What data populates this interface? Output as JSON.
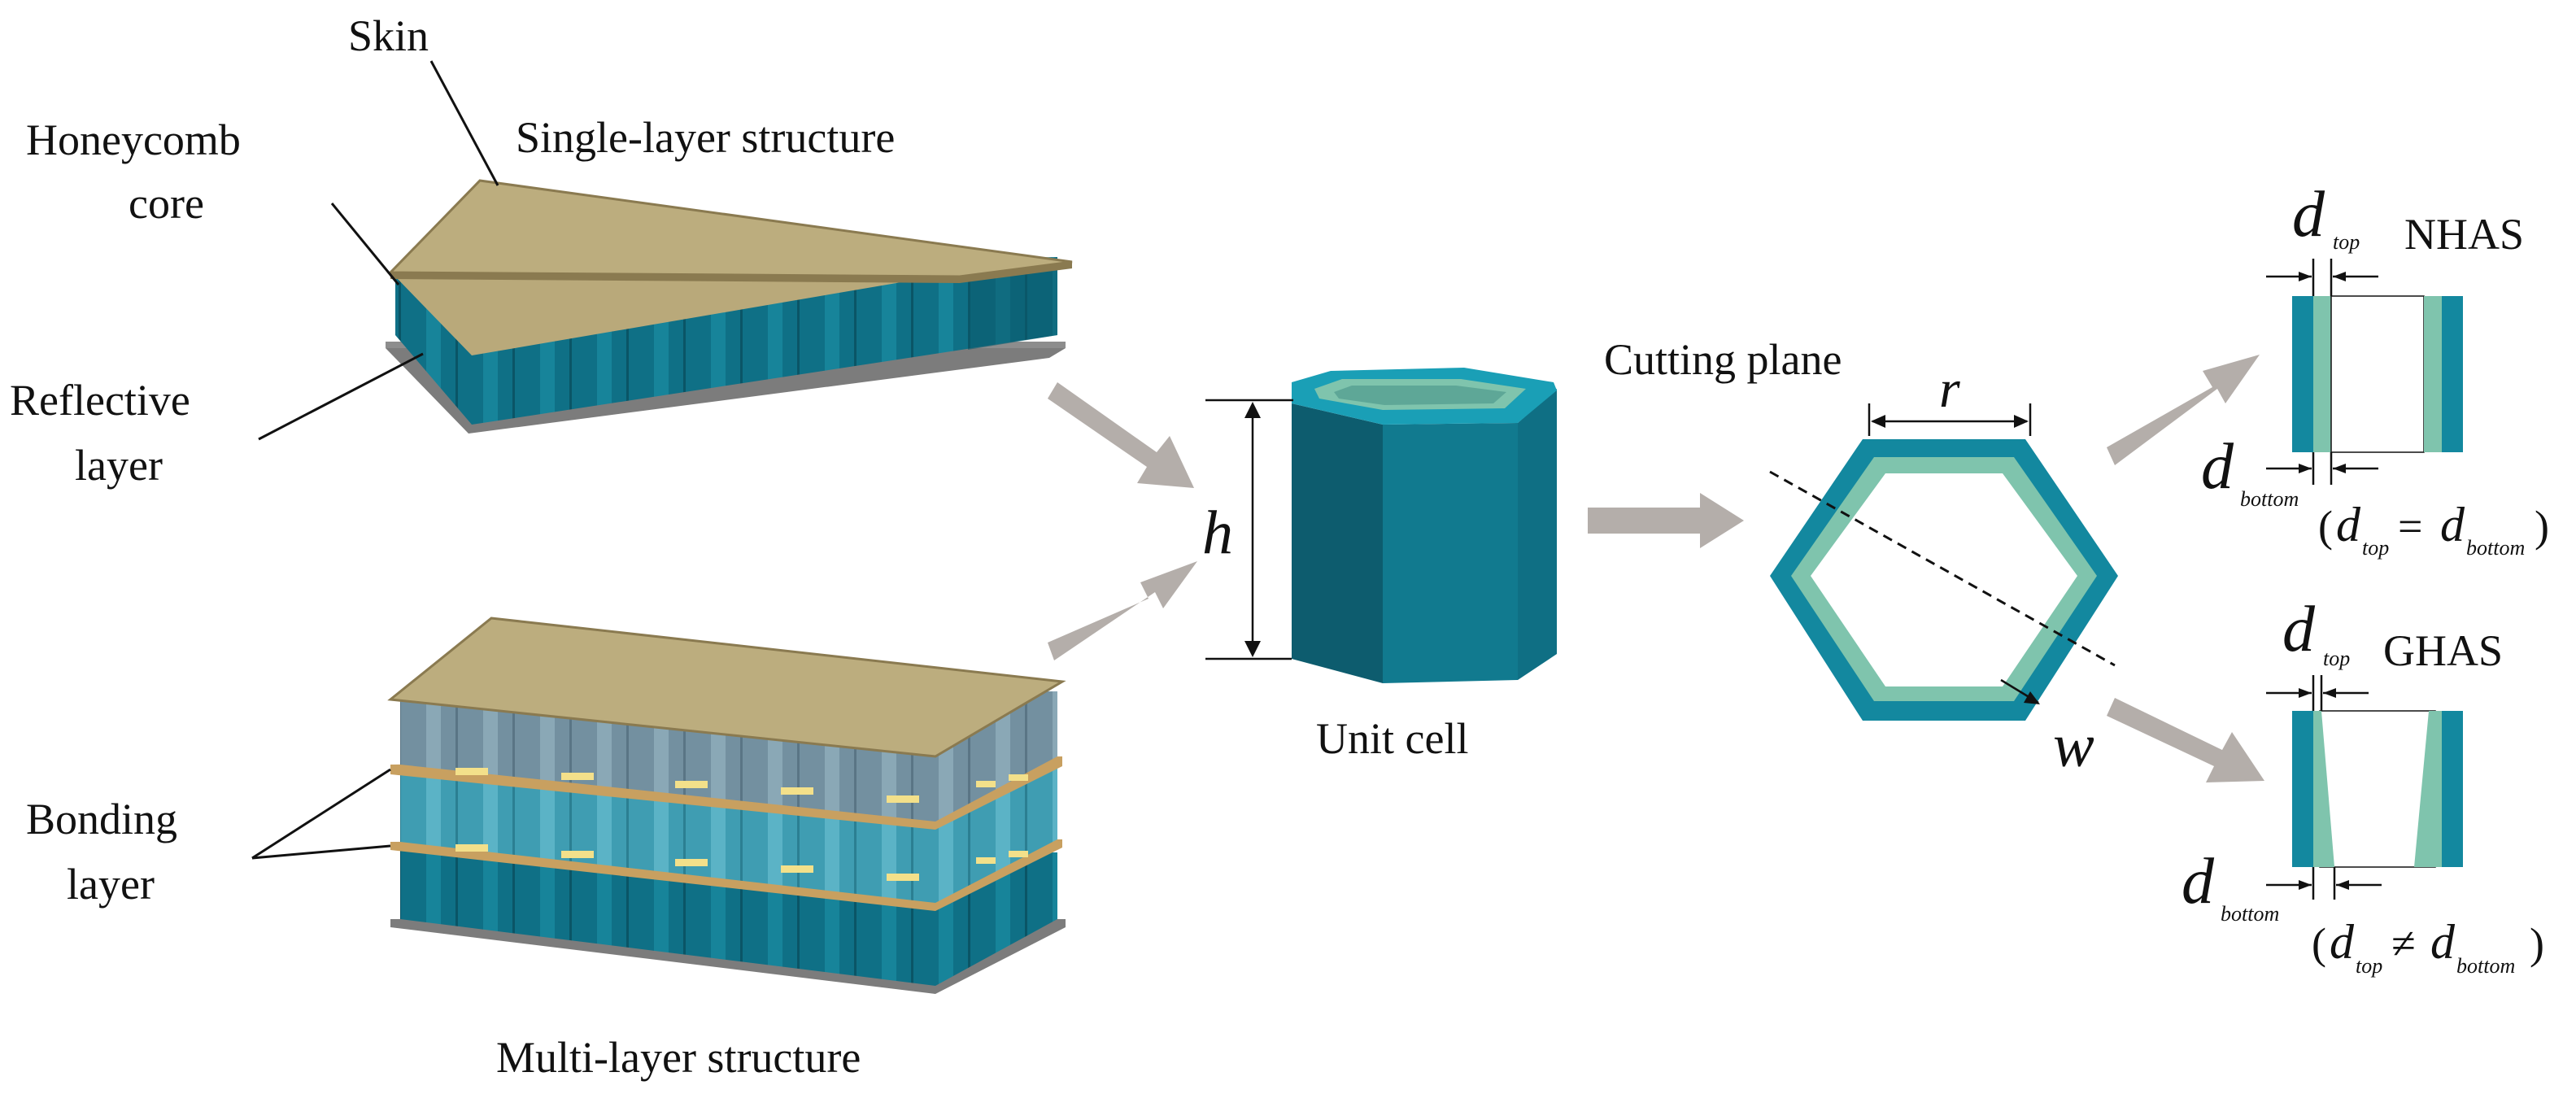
{
  "labels": {
    "skin": "Skin",
    "honeycomb_core_1": "Honeycomb",
    "honeycomb_core_2": "core",
    "single_layer": "Single-layer structure",
    "reflective_1": "Reflective",
    "reflective_2": "layer",
    "bonding_1": "Bonding",
    "bonding_2": "layer",
    "multi_layer": "Multi-layer structure",
    "unit_cell": "Unit cell",
    "cutting_plane": "Cutting plane",
    "nhas": "NHAS",
    "ghas": "GHAS"
  },
  "symbols": {
    "h": "h",
    "r": "r",
    "w": "w",
    "d": "d",
    "top": "top",
    "bottom": "bottom",
    "equal_sign": "=",
    "not_equal_sign": "≠",
    "open_paren": "(",
    "close_paren": ")"
  },
  "colors": {
    "skin": "#b8a878",
    "skin_edge": "#8a7a50",
    "core_dark": "#0e6a80",
    "core_light": "#2a9bb0",
    "core_teal": "#117a8f",
    "inner_wall": "#7fc4ad",
    "reflective": "#8c8c8c",
    "bonding": "#f3e08a",
    "arrow": "#b4aeaa",
    "upper_core": "#7c9aa8",
    "middle_core": "#4aa5b8"
  }
}
